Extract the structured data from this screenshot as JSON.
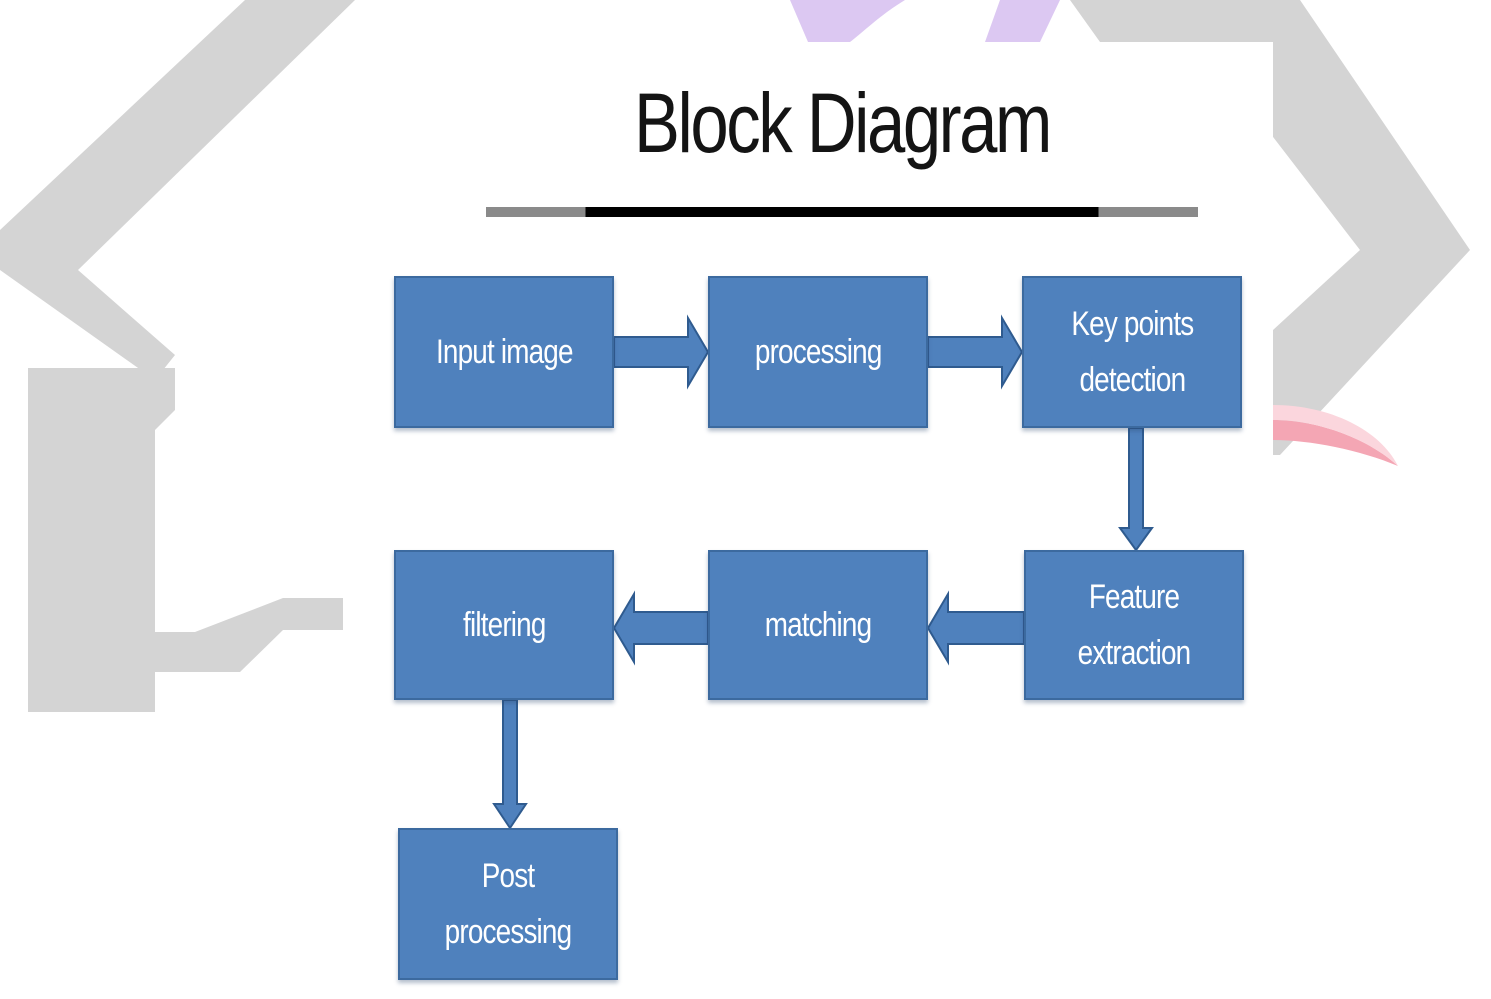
{
  "title": "Block Diagram",
  "colors": {
    "block_fill": "#4f81bd",
    "block_border": "#3c6a9f",
    "arrow_fill": "#4f81bd",
    "arrow_stroke": "#2f5b8f",
    "watermark_gray": "#d4d4d4",
    "watermark_purple": "#dcc8f2",
    "watermark_pink": "#f4a6b4"
  },
  "blocks": [
    {
      "id": "input_image",
      "label": "Input image"
    },
    {
      "id": "processing",
      "label": "processing"
    },
    {
      "id": "key_points_detection",
      "label": "Key points\ndetection"
    },
    {
      "id": "feature_extraction",
      "label": "Feature extraction"
    },
    {
      "id": "matching",
      "label": "matching"
    },
    {
      "id": "filtering",
      "label": "filtering"
    },
    {
      "id": "post_processing",
      "label": "Post processing"
    }
  ],
  "connections": [
    {
      "from": "input_image",
      "to": "processing",
      "direction": "right"
    },
    {
      "from": "processing",
      "to": "key_points_detection",
      "direction": "right"
    },
    {
      "from": "key_points_detection",
      "to": "feature_extraction",
      "direction": "down"
    },
    {
      "from": "feature_extraction",
      "to": "matching",
      "direction": "left"
    },
    {
      "from": "matching",
      "to": "filtering",
      "direction": "left"
    },
    {
      "from": "filtering",
      "to": "post_processing",
      "direction": "down"
    }
  ]
}
